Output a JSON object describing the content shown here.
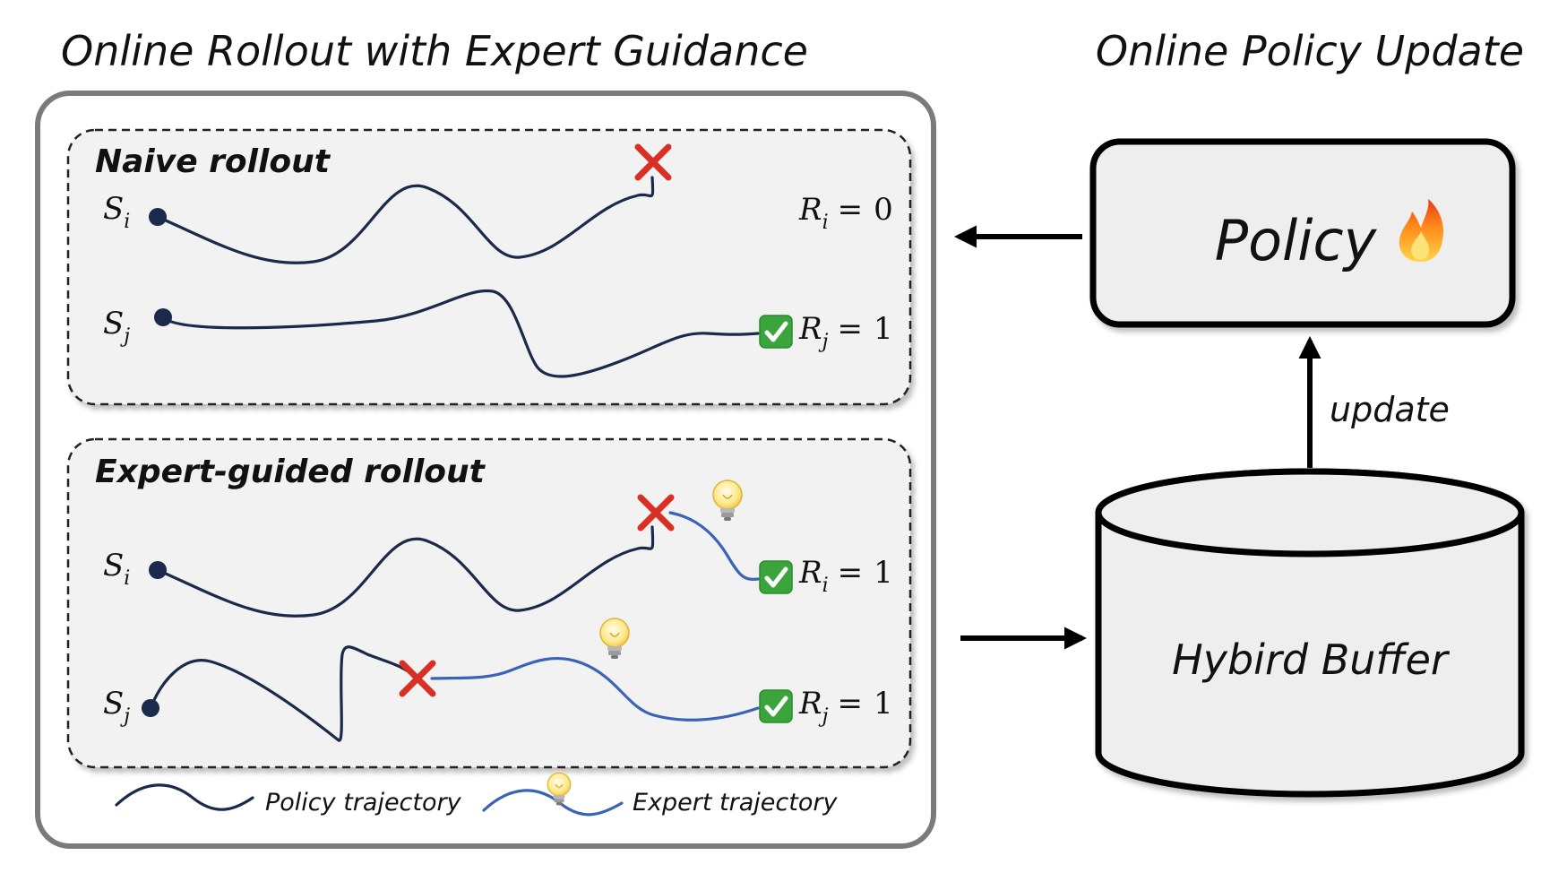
{
  "titles": {
    "left": "Online Rollout with Expert Guidance",
    "right": "Online Policy Update"
  },
  "naive_panel": {
    "title": "Naive rollout",
    "row_i": {
      "state": "S",
      "state_sub": "i",
      "reward": "R",
      "reward_sub": "i",
      "eq": "=",
      "value": "0",
      "outcome": "fail"
    },
    "row_j": {
      "state": "S",
      "state_sub": "j",
      "reward": "R",
      "reward_sub": "j",
      "eq": "=",
      "value": "1",
      "outcome": "success"
    }
  },
  "guided_panel": {
    "title": "Expert-guided rollout",
    "row_i": {
      "state": "S",
      "state_sub": "i",
      "reward": "R",
      "reward_sub": "i",
      "eq": "=",
      "value": "1",
      "outcome": "success"
    },
    "row_j": {
      "state": "S",
      "state_sub": "j",
      "reward": "R",
      "reward_sub": "j",
      "eq": "=",
      "value": "1",
      "outcome": "success"
    }
  },
  "legend": {
    "policy": "Policy trajectory",
    "expert": "Expert trajectory"
  },
  "policy_box": {
    "label": "Policy",
    "icon": "fire-icon"
  },
  "buffer": {
    "label": "Hybird Buffer"
  },
  "update_label": "update",
  "colors": {
    "policy_trajectory": "#1b2a4a",
    "expert_trajectory": "#3a63b8",
    "fail_cross": "#d93025",
    "success_check": "#3aa53a",
    "panel_fill": "#f2f2f2",
    "box_fill": "#eeeeee"
  },
  "icons": [
    "cross-icon",
    "check-icon",
    "lightbulb-icon",
    "fire-icon",
    "arrow-icon"
  ]
}
